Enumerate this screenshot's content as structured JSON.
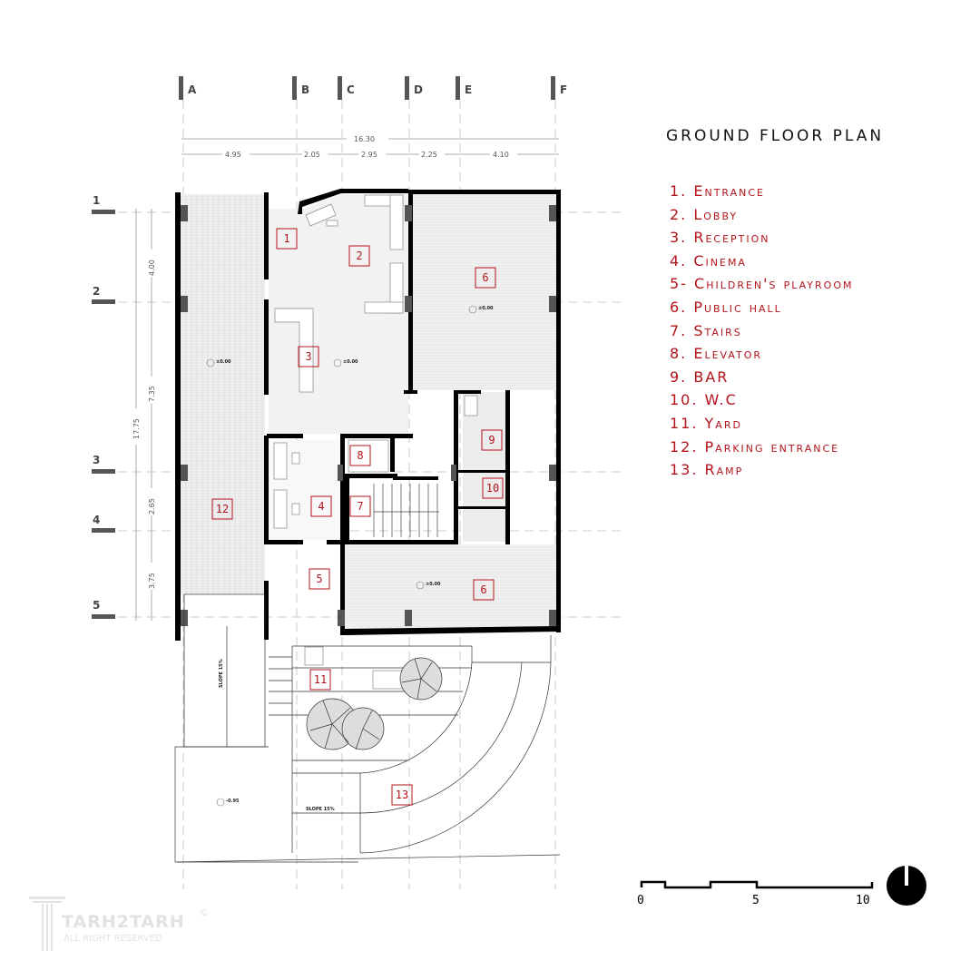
{
  "title": "GROUND FLOOR PLAN",
  "legend": [
    "1. Entrance",
    "2. Lobby",
    "3. Reception",
    "4. Cinema",
    "5- Children's playroom",
    "6. Public hall",
    "7. Stairs",
    "8. Elevator",
    "9. BAR",
    "10. W.C",
    "11. Yard",
    "12. Parking entrance",
    "13. Ramp"
  ],
  "grid": {
    "columns": [
      "A",
      "B",
      "C",
      "D",
      "E",
      "F"
    ],
    "rows": [
      "1",
      "2",
      "3",
      "4",
      "5"
    ]
  },
  "dimensions": {
    "horizontal_total": "16.30",
    "horizontal": [
      "4.95",
      "2.05",
      "2.95",
      "2.25",
      "4.10"
    ],
    "vertical_total": "17.75",
    "vertical": [
      "4.00",
      "7.35",
      "2.65",
      "3.75"
    ]
  },
  "rooms": [
    "1",
    "2",
    "3",
    "4",
    "5",
    "6",
    "7",
    "8",
    "9",
    "10",
    "11",
    "12",
    "13",
    "6"
  ],
  "levels": {
    "ground": "±0.00",
    "lower": "-0.95"
  },
  "slope": "SLOPE 15%",
  "scale_bar": [
    "0",
    "5",
    "10"
  ],
  "watermark": {
    "brand": "TARH2TARH",
    "rights": "ALL RIGHT RESERVED",
    "copyright": "©"
  },
  "colors": {
    "accent": "#b3141b",
    "wall": "#000000"
  }
}
